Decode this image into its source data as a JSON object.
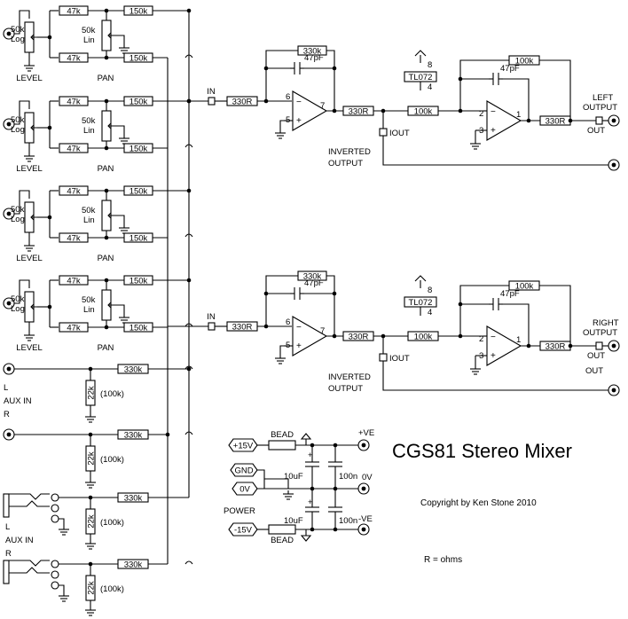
{
  "title": "CGS81 Stereo Mixer",
  "copyright": "Copyright by Ken Stone 2010",
  "units_note": "R = ohms",
  "input_channels": [
    {
      "level_value": "50k",
      "level_taper": "Log",
      "level_label": "LEVEL",
      "pan_value": "50k",
      "pan_taper": "Lin",
      "pan_label": "PAN",
      "r_in_upper": "47k",
      "r_in_lower": "47k",
      "r_out_upper": "150k",
      "r_out_lower": "150k"
    },
    {
      "level_value": "50k",
      "level_taper": "Log",
      "level_label": "LEVEL",
      "pan_value": "50k",
      "pan_taper": "Lin",
      "pan_label": "PAN",
      "r_in_upper": "47k",
      "r_in_lower": "47k",
      "r_out_upper": "150k",
      "r_out_lower": "150k"
    },
    {
      "level_value": "50k",
      "level_taper": "Log",
      "level_label": "LEVEL",
      "pan_value": "50k",
      "pan_taper": "Lin",
      "pan_label": "PAN",
      "r_in_upper": "47k",
      "r_in_lower": "47k",
      "r_out_upper": "150k",
      "r_out_lower": "150k"
    },
    {
      "level_value": "50k",
      "level_taper": "Log",
      "level_label": "LEVEL",
      "pan_value": "50k",
      "pan_taper": "Lin",
      "pan_label": "PAN",
      "r_in_upper": "47k",
      "r_in_lower": "47k",
      "r_out_upper": "150k",
      "r_out_lower": "150k"
    }
  ],
  "aux_jack_inputs": [
    {
      "series_r": "330k",
      "shunt_r": "22k",
      "shunt_alt": "(100k)"
    },
    {
      "series_r": "330k",
      "shunt_r": "22k",
      "shunt_alt": "(100k)"
    }
  ],
  "aux_jacks": [
    {
      "series_r": "330k",
      "shunt_r": "22k",
      "shunt_alt": "(100k)"
    },
    {
      "series_r": "330k",
      "shunt_r": "22k",
      "shunt_alt": "(100k)"
    }
  ],
  "aux_labels": {
    "l": "L",
    "aux": "AUX IN",
    "r": "R"
  },
  "aux_jack_labels": {
    "l": "L",
    "aux": "AUX IN",
    "r": "R"
  },
  "mix_stages": [
    {
      "in_label": "IN",
      "in_r": "330R",
      "fb_r": "330k",
      "fb_c": "47pF",
      "u1_pin_inv": "6",
      "u1_pin_noninv": "5",
      "u1_pin_out": "7",
      "u1_out_r": "330R",
      "iout_label": "IOUT",
      "inv_label": "INVERTED",
      "inv_label2": "OUTPUT",
      "u2_in_r": "100k",
      "u2_fb_r": "100k",
      "u2_fb_c": "47pF",
      "u2_pin_inv": "2",
      "u2_pin_noninv": "3",
      "u2_pin_out": "1",
      "u2_out_r": "330R",
      "chip": "TL072",
      "chip_pin_top": "8",
      "chip_pin_bot": "4",
      "out_label": "LEFT",
      "out_label2": "OUTPUT",
      "out_jack_label": "OUT"
    },
    {
      "in_label": "IN",
      "in_r": "330R",
      "fb_r": "330k",
      "fb_c": "47pF",
      "u1_pin_inv": "6",
      "u1_pin_noninv": "5",
      "u1_pin_out": "7",
      "u1_out_r": "330R",
      "iout_label": "IOUT",
      "inv_label": "INVERTED",
      "inv_label2": "OUTPUT",
      "u2_in_r": "100k",
      "u2_fb_r": "100k",
      "u2_fb_c": "47pF",
      "u2_pin_inv": "2",
      "u2_pin_noninv": "3",
      "u2_pin_out": "1",
      "u2_out_r": "330R",
      "chip": "TL072",
      "chip_pin_top": "8",
      "chip_pin_bot": "4",
      "out_label": "RIGHT",
      "out_label2": "OUTPUT",
      "out_jack_label": "OUT",
      "out_extra": "OUT"
    }
  ],
  "power": {
    "pos_in": "+15V",
    "gnd": "GND",
    "zero": "0V",
    "neg_in": "-15V",
    "bead": "BEAD",
    "cap_elec": "10uF",
    "cap_film": "100n",
    "plus": "+",
    "pos_out": "+VE",
    "zero_out": "0V",
    "neg_out": "-VE",
    "label": "POWER"
  },
  "signs": {
    "minus": "−",
    "plus": "+"
  }
}
